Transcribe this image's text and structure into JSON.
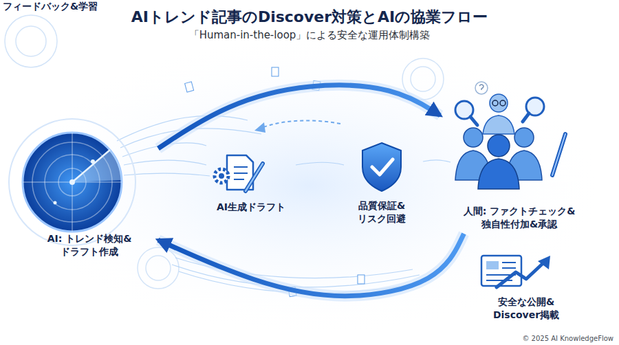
{
  "diagram": {
    "title": "AIトレンド記事のDiscover対策とAIの協業フロー",
    "nodes": [
      {
        "text": [
          "AI: トレンド検知& ドラフト作成"
        ]
      },
      {
        "text": [
          "AI生成ドラフト"
        ]
      },
      {
        "text": [
          "品質保証& リスク回避"
        ]
      },
      {
        "text": [
          "人間: ファクトチェック& 独自性付加&承認"
        ]
      },
      {
        "text": [
          "安全な公開& Discover掲載"
        ]
      }
    ],
    "edges": [
      {
        "from": 0,
        "to": 3,
        "arrow": "to"
      },
      {
        "from": 3,
        "to": 0,
        "label": "フィードバック&学習",
        "arrow": "to"
      }
    ],
    "labels": [
      "「Human-in-the-loop」による安全な運用体制構築",
      "© 2025 AI KnowledgeFlow"
    ]
  }
}
